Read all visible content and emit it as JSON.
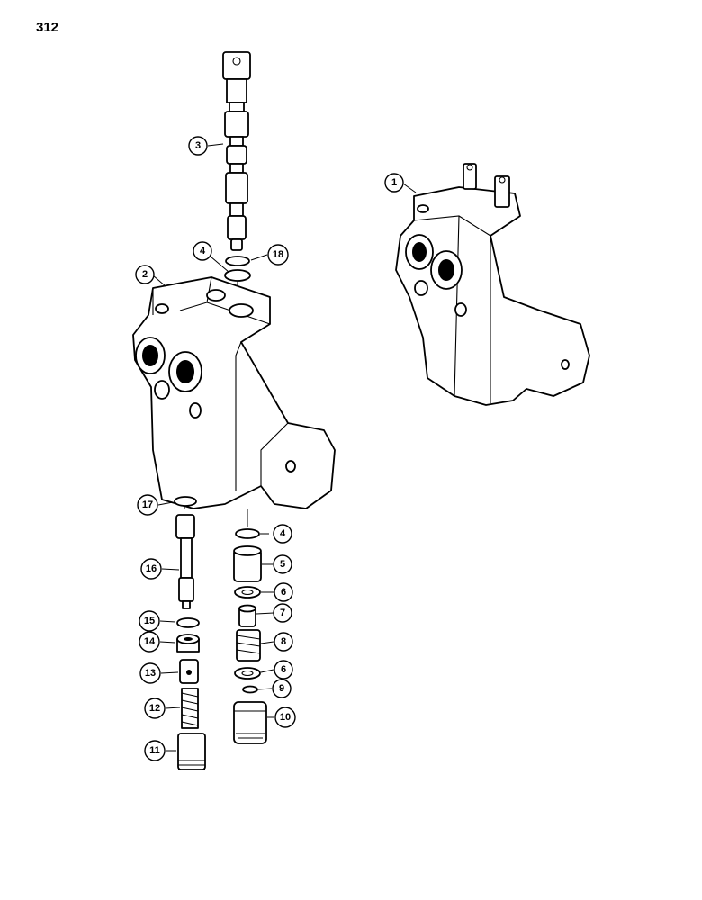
{
  "page_number": "312",
  "callouts": [
    "1",
    "2",
    "3",
    "4",
    "4",
    "5",
    "6",
    "6",
    "7",
    "8",
    "9",
    "10",
    "11",
    "12",
    "13",
    "14",
    "15",
    "16",
    "17",
    "18"
  ],
  "icons": {
    "assembled_valve": "valve-body-assembled-icon",
    "exploded_valve": "valve-body-exploded-icon",
    "spool": "spool-icon"
  }
}
